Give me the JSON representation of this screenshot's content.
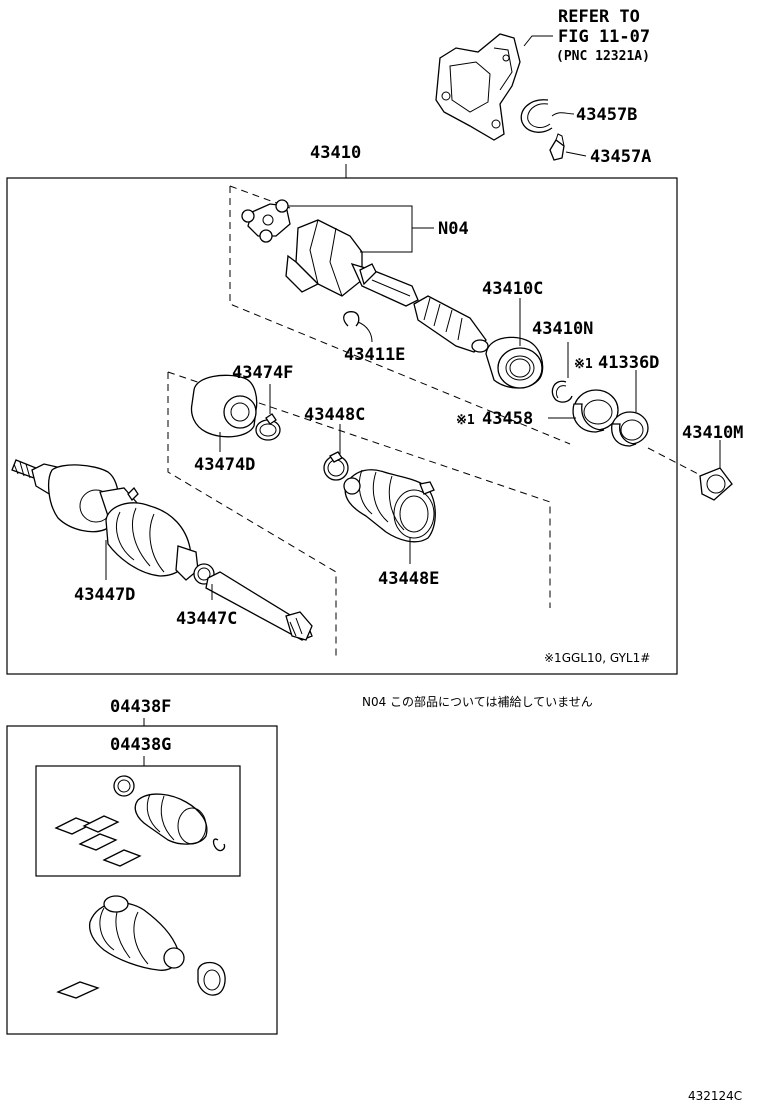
{
  "refer": {
    "line1": "REFER TO",
    "line2": "FIG 11-07",
    "line3": "(PNC 12321A)"
  },
  "parts": {
    "p43457B": "43457B",
    "p43457A": "43457A",
    "p43410": "43410",
    "pN04": "N04",
    "p43410C": "43410C",
    "p43410N": "43410N",
    "p41336D": "41336D",
    "p43458": "43458",
    "p43411E": "43411E",
    "p43474F": "43474F",
    "p43448C": "43448C",
    "p43474D": "43474D",
    "p43410M": "43410M",
    "p43447D": "43447D",
    "p43447C": "43447C",
    "p43448E": "43448E",
    "p04438F": "04438F",
    "p04438G": "04438G"
  },
  "marks": {
    "kome1": "※1",
    "kome2": "※1"
  },
  "footnote": "※1GGL10, GYL1#",
  "note_n04": "N04 この部品については補給していません",
  "figure_id": "432124C"
}
